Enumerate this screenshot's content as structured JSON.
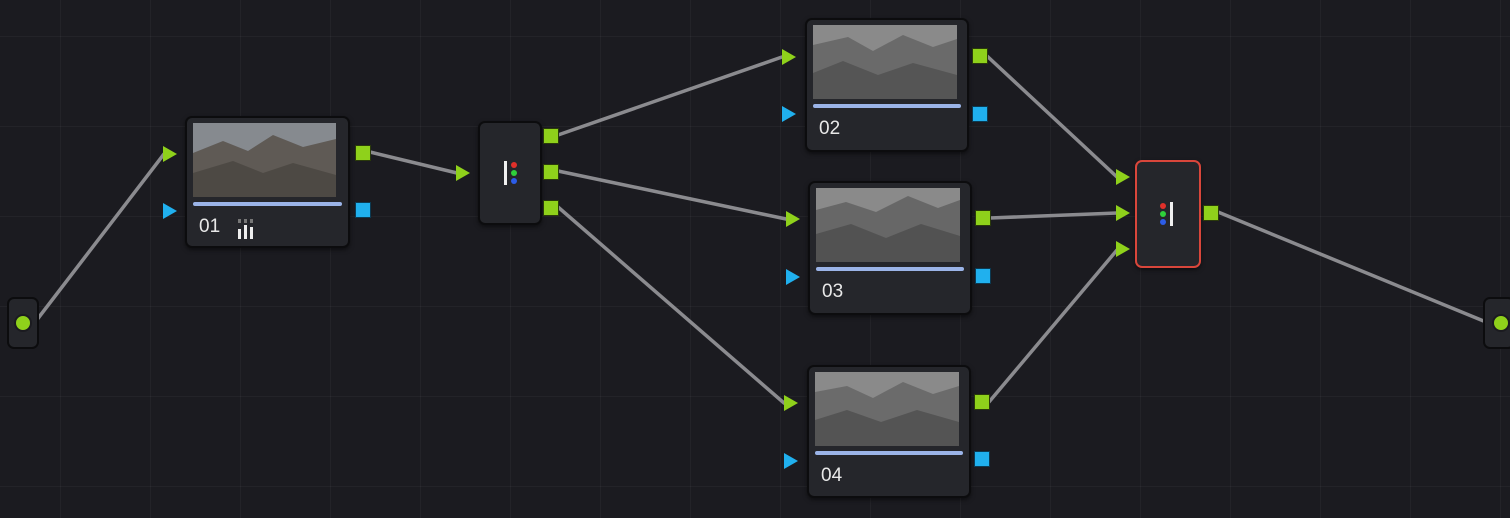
{
  "nodes": {
    "n01": {
      "label": "01"
    },
    "n02": {
      "label": "02"
    },
    "n03": {
      "label": "03"
    },
    "n04": {
      "label": "04"
    }
  },
  "colors": {
    "background": "#1b1b20",
    "node": "#25262b",
    "link": "#8b8b8f",
    "rgb_port": "#8fd11b",
    "alpha_port": "#20b0ee",
    "selected_outline": "#d9463b"
  },
  "icons": {
    "n01_tool": "levels-bars-icon",
    "splitter": "channel-splitter-icon",
    "combiner": "channel-combiner-icon"
  }
}
